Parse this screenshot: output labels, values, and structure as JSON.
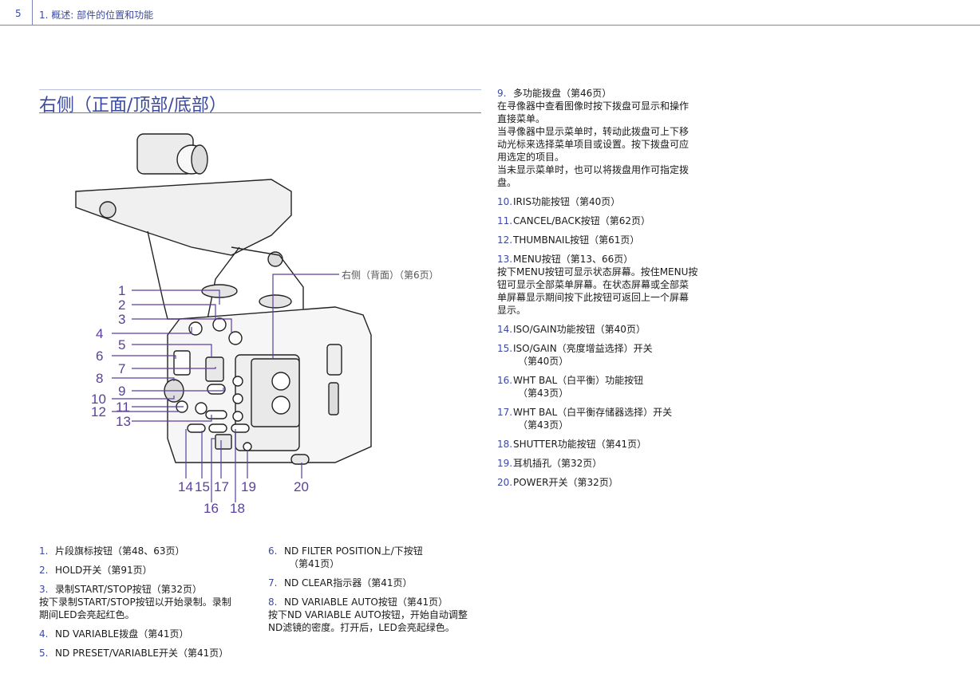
{
  "header": {
    "page_number": "5",
    "chapter": "1. 概述: 部件的位置和功能"
  },
  "section": {
    "title": "右侧（正面/顶部/底部）"
  },
  "figure": {
    "back_ref": "右侧（背面）（第6页）",
    "callouts": [
      "1",
      "2",
      "3",
      "4",
      "5",
      "6",
      "7",
      "8",
      "9",
      "10",
      "11",
      "12",
      "13",
      "14",
      "15",
      "16",
      "17",
      "18",
      "19",
      "20"
    ]
  },
  "items_left": [
    {
      "num": "1.",
      "text": "片段旗标按钮（第48、63页）"
    },
    {
      "num": "2.",
      "text": "HOLD开关（第91页）"
    },
    {
      "num": "3.",
      "text": "录制START/STOP按钮（第32页）",
      "desc": [
        "按下录制START/STOP按钮以开始录制。录制",
        "期间LED会亮起红色。"
      ]
    },
    {
      "num": "4.",
      "text": "ND VARIABLE拨盘（第41页）"
    },
    {
      "num": "5.",
      "text": "ND PRESET/VARIABLE开关（第41页）"
    }
  ],
  "items_mid": [
    {
      "num": "6.",
      "text": "ND FILTER POSITION上/下按钮",
      "cont": "（第41页）"
    },
    {
      "num": "7.",
      "text": "ND CLEAR指示器（第41页）"
    },
    {
      "num": "8.",
      "text": "ND VARIABLE AUTO按钮（第41页）",
      "desc": [
        "按下ND VARIABLE AUTO按钮，开始自动调整",
        "ND滤镜的密度。打开后，LED会亮起绿色。"
      ]
    }
  ],
  "items_right": [
    {
      "num": "9.",
      "text": "多功能拨盘（第46页）",
      "desc": [
        "在寻像器中查看图像时按下拨盘可显示和操作",
        "直接菜单。",
        "当寻像器中显示菜单时，转动此拨盘可上下移",
        "动光标来选择菜单项目或设置。按下拨盘可应",
        "用选定的项目。",
        "当未显示菜单时，也可以将拨盘用作可指定拨",
        "盘。"
      ]
    },
    {
      "num": "10.",
      "text": "IRIS功能按钮（第40页）"
    },
    {
      "num": "11.",
      "text": "CANCEL/BACK按钮（第62页）"
    },
    {
      "num": "12.",
      "text": "THUMBNAIL按钮（第61页）"
    },
    {
      "num": "13.",
      "text": "MENU按钮（第13、66页）",
      "desc": [
        "按下MENU按钮可显示状态屏幕。按住MENU按",
        "钮可显示全部菜单屏幕。在状态屏幕或全部菜",
        "单屏幕显示期间按下此按钮可返回上一个屏幕",
        "显示。"
      ]
    },
    {
      "num": "14.",
      "text": "ISO/GAIN功能按钮（第40页）"
    },
    {
      "num": "15.",
      "text": "ISO/GAIN（亮度增益选择）开关",
      "cont": "（第40页）"
    },
    {
      "num": "16.",
      "text": "WHT BAL（白平衡）功能按钮",
      "cont": "（第43页）"
    },
    {
      "num": "17.",
      "text": "WHT BAL（白平衡存储器选择）开关",
      "cont": "（第43页）"
    },
    {
      "num": "18.",
      "text": "SHUTTER功能按钮（第41页）"
    },
    {
      "num": "19.",
      "text": "耳机插孔（第32页）"
    },
    {
      "num": "20.",
      "text": "POWER开关（第32页）"
    }
  ]
}
